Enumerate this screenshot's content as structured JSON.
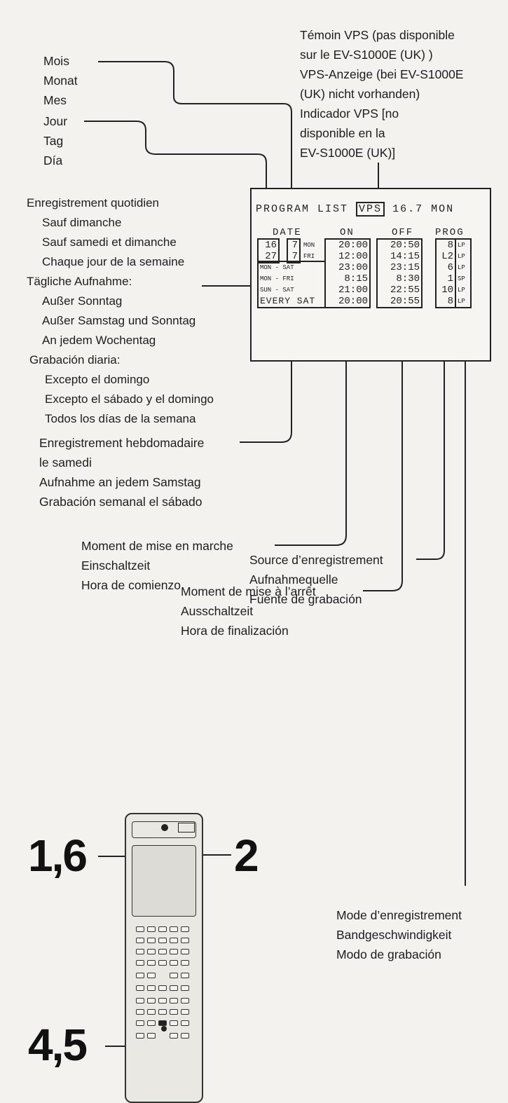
{
  "vps_note": [
    "Témoin VPS (pas disponible",
    "sur le EV-S1000E (UK) )",
    "VPS-Anzeige (bei EV-S1000E",
    "(UK) nicht vorhanden)",
    "Indicador VPS [no",
    "disponible en la",
    "EV-S1000E (UK)]"
  ],
  "month_labels": [
    "Mois",
    "Monat",
    "Mes"
  ],
  "day_labels": [
    "Jour",
    "Tag",
    "Día"
  ],
  "daily_fr": [
    "Enregistrement quotidien",
    "Sauf dimanche",
    "Sauf samedi et dimanche",
    "Chaque jour de la semaine"
  ],
  "daily_de": [
    "Tägliche Aufnahme:",
    "Außer Sonntag",
    "Außer Samstag und Sonntag",
    "An jedem Wochentag"
  ],
  "daily_es": [
    "Grabación diaria:",
    "Excepto el domingo",
    "Excepto el sábado y el domingo",
    "Todos los días de la semana"
  ],
  "weekly_labels": [
    "Enregistrement hebdomadaire",
    "le samedi",
    "Aufnahme an jedem Samstag",
    "Grabación semanal el sábado"
  ],
  "start_labels": [
    "Moment de mise en marche",
    "Einschaltzeit",
    "Hora de comienzo"
  ],
  "stop_labels": [
    "Moment de mise à l’arrêt",
    "Ausschaltzeit",
    "Hora de finalización"
  ],
  "source_labels": [
    "Source d’enregistrement",
    "Aufnahmequelle",
    "Fuente de grabación"
  ],
  "mode_labels": [
    "Mode d’enregistrement",
    "Bandgeschwindigkeit",
    "Modo de grabación"
  ],
  "osd": {
    "title": "PROGRAM LIST",
    "vps": "VPS",
    "date_status": "16.7 MON",
    "col_date": "DATE",
    "col_on": "ON",
    "col_off": "OFF",
    "col_prog": "PROG",
    "day_rows": [
      {
        "a": "16",
        "b": "7",
        "c": "MON"
      },
      {
        "a": "27",
        "b": "7",
        "c": "FRI"
      }
    ],
    "daily_rows": [
      "MON  -  SAT",
      "MON  -  FRI",
      "SUN  -  SAT"
    ],
    "every_row": "EVERY SAT",
    "on_times": [
      "20:00",
      "12:00",
      "23:00",
      "8:15",
      "21:00",
      "20:00"
    ],
    "off_times": [
      "20:50",
      "14:15",
      "23:15",
      "8:30",
      "22:55",
      "20:55"
    ],
    "prog_numbers": [
      "8",
      "L2",
      "6",
      "1",
      "10",
      "8"
    ],
    "speeds": [
      "LP",
      "LP",
      "LP",
      "SP",
      "LP",
      "LP"
    ]
  },
  "step_labels": {
    "a": "1,6",
    "b": "2",
    "c": "4,5"
  }
}
